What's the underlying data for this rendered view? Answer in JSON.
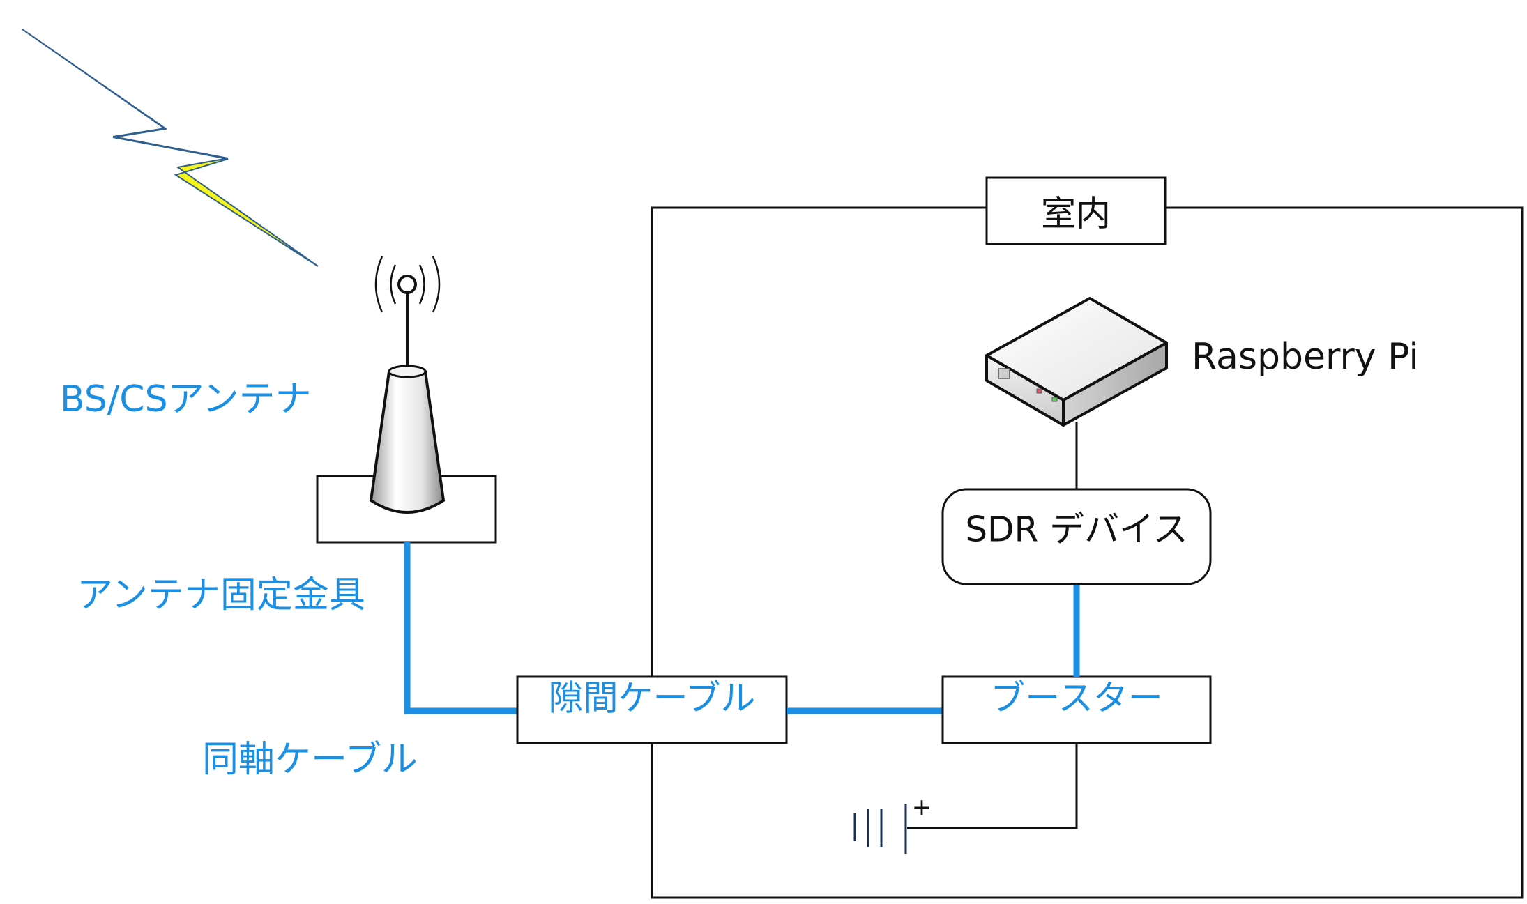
{
  "labels": {
    "room": "室内",
    "raspberry_pi": "Raspberry Pi",
    "sdr_device": "SDR デバイス",
    "booster": "ブースター",
    "gap_cable": "隙間ケーブル",
    "antenna": "BS/CSアンテナ",
    "antenna_mount": "アンテナ固定金具",
    "coax_cable": "同軸ケーブル",
    "battery_plus": "+"
  },
  "icons": {
    "signal": "lightning-bolt-icon",
    "antenna": "antenna-mast-icon",
    "computer": "raspberry-pi-box-icon",
    "power": "battery-icon"
  },
  "colors": {
    "cable": "#1a8fe3",
    "label": "#1a8fe3",
    "line": "#111111",
    "bolt_fill": "#f5f51a",
    "bolt_stroke": "#2f5f8f"
  }
}
